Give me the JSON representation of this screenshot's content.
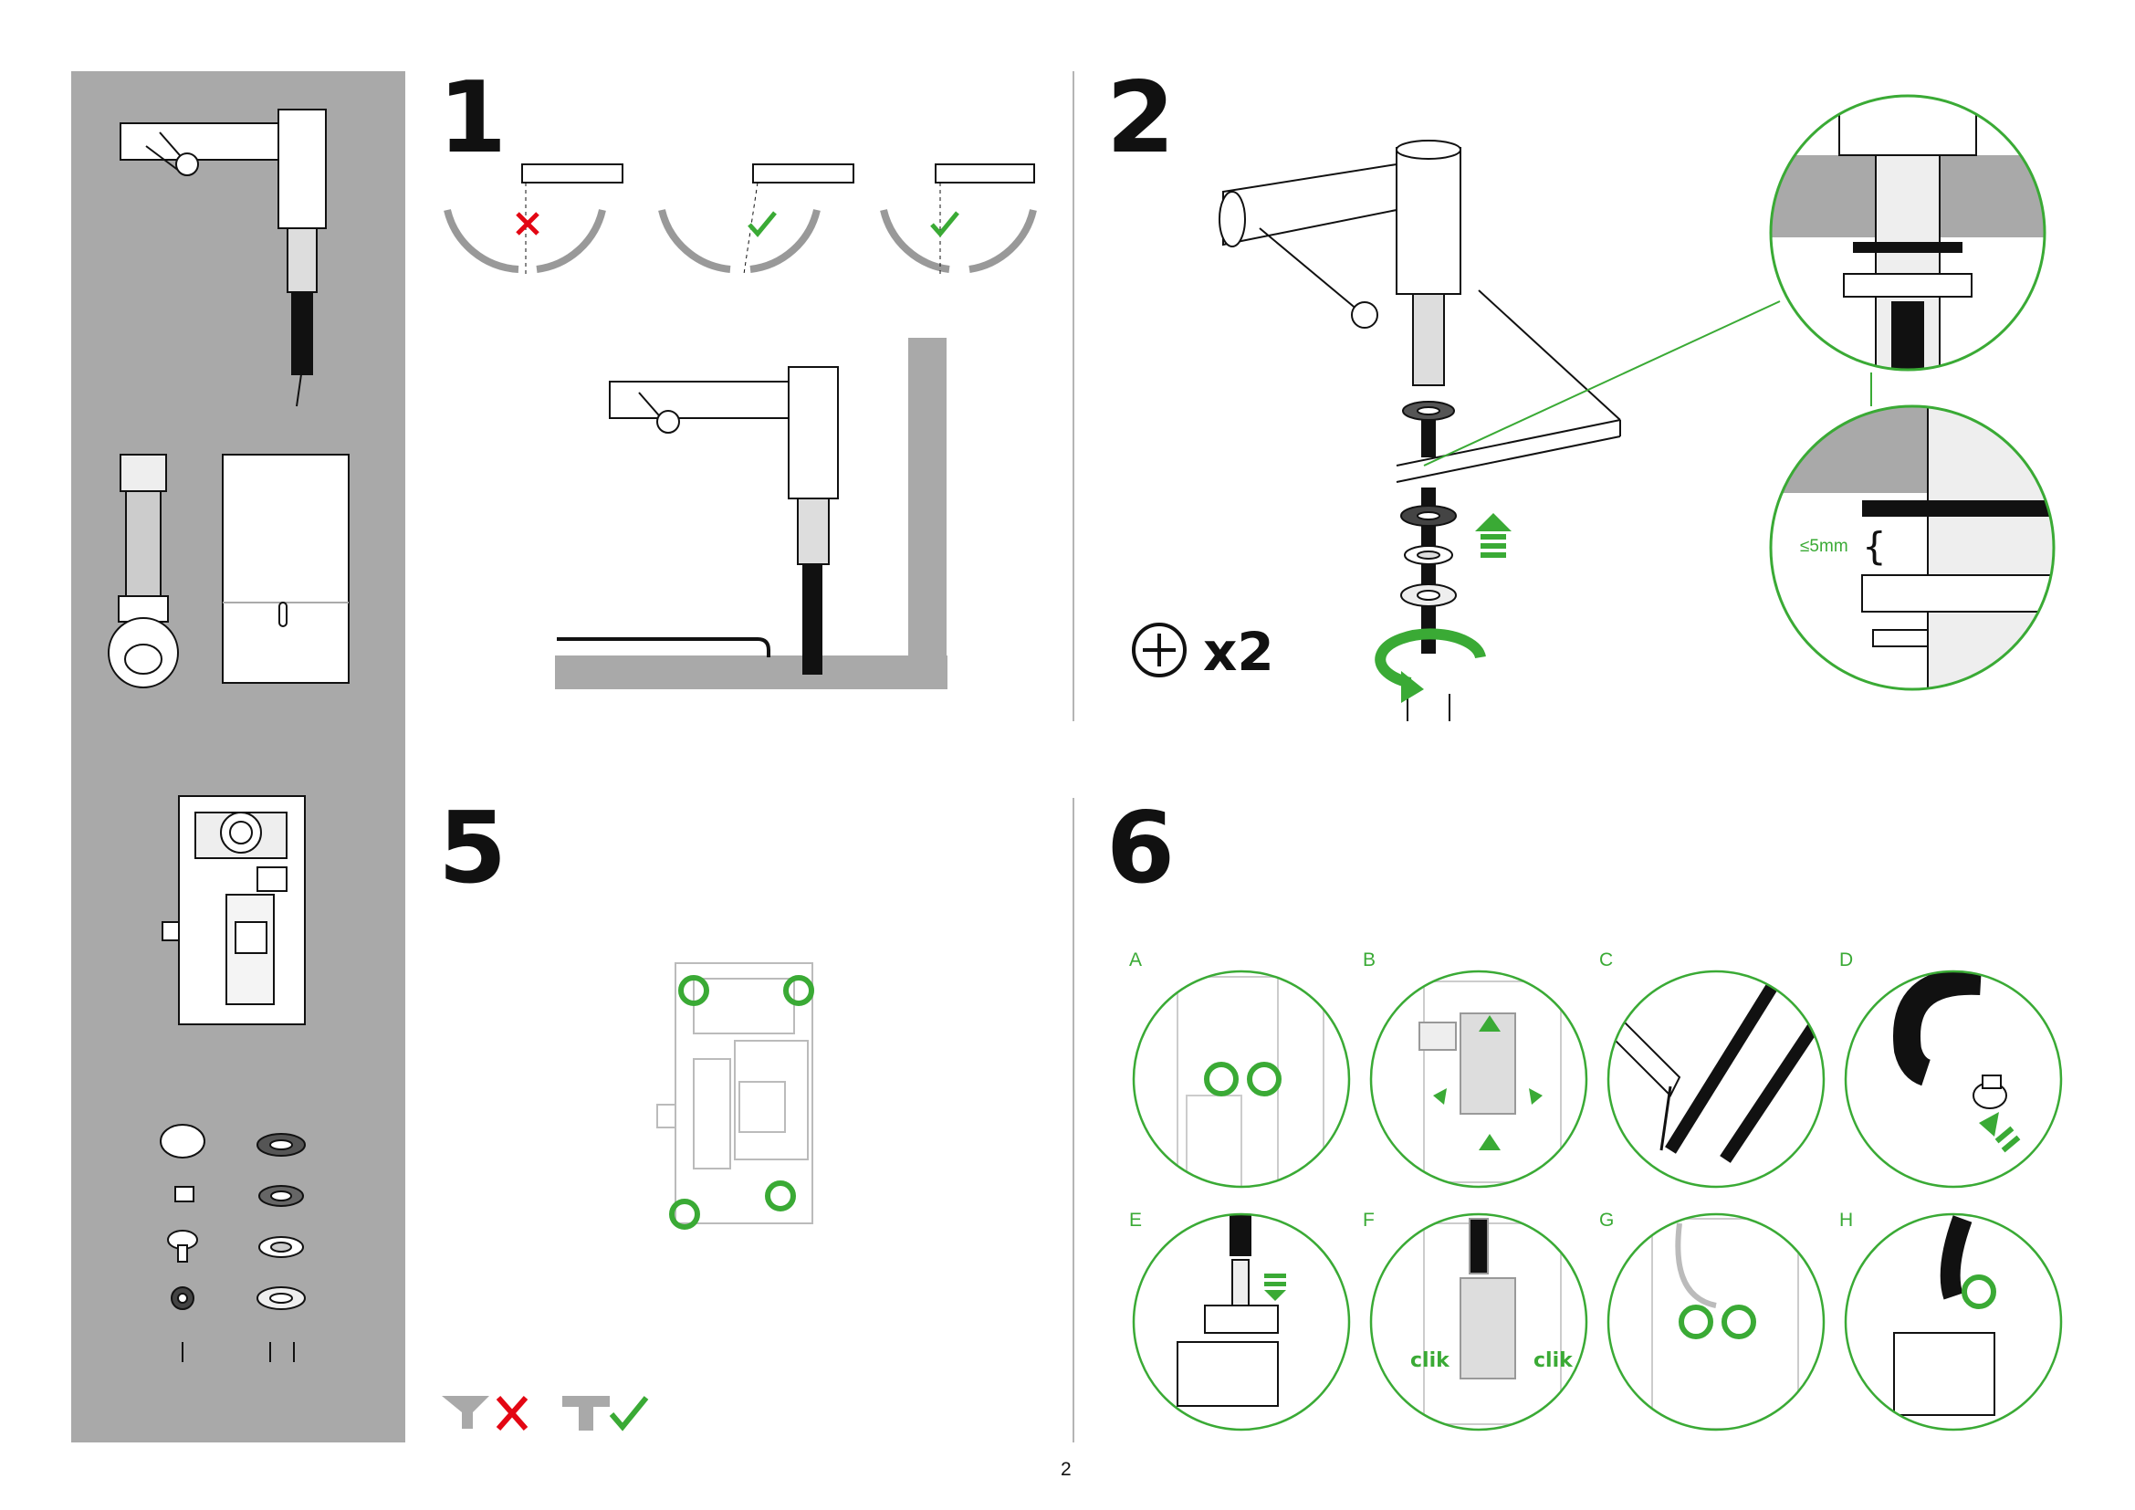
{
  "steps": {
    "s1": "1",
    "s2": "2",
    "s5": "5",
    "s6": "6"
  },
  "step2": {
    "screw_multiplier": "x2",
    "gap_label": "≤5mm"
  },
  "step6": {
    "labels": [
      "A",
      "B",
      "C",
      "D",
      "E",
      "F",
      "G",
      "H"
    ],
    "clik_left": "clik",
    "clik_right": "clik"
  },
  "page_number": "2",
  "colors": {
    "accent_green": "#3aaa35",
    "error_red": "#e30613",
    "panel_gray": "#a9a9a9",
    "ink": "#111111"
  },
  "icons": {
    "wrong": "cross-icon",
    "right": "check-icon",
    "screw": "phillips-screw-icon",
    "rotate": "rotate-arrow-icon",
    "push": "push-up-arrow-icon"
  }
}
